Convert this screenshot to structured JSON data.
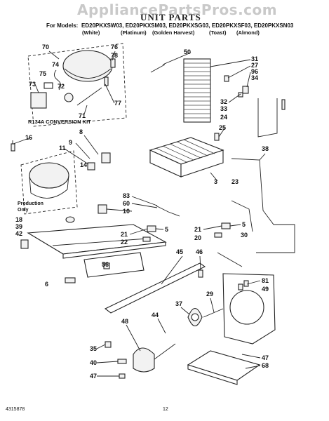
{
  "watermark": "AppliancePartsPros.com",
  "title": "UNIT PARTS",
  "models_label": "For Models:",
  "models": "ED20PKXSW03, ED20PKXSM03, ED20PKXSG03, ED20PKXSF03, ED20PKXSN03",
  "colors": [
    "(White)",
    "(Platinum)",
    "(Golden Harvest)",
    "(Toast)",
    "(Almond)"
  ],
  "kit_label": "R134A CONVERSION KIT",
  "production_note": [
    "Production",
    "Only"
  ],
  "part_numbers": [
    "70",
    "76",
    "74",
    "75",
    "72",
    "73",
    "78",
    "71",
    "77",
    "16",
    "8",
    "9",
    "11",
    "14",
    "18",
    "39",
    "42",
    "50",
    "31",
    "27",
    "96",
    "34",
    "32",
    "33",
    "24",
    "25",
    "38",
    "3",
    "23",
    "83",
    "60",
    "10",
    "21",
    "5",
    "22",
    "21",
    "20",
    "5",
    "30",
    "45",
    "46",
    "56",
    "6",
    "37",
    "29",
    "44",
    "48",
    "81",
    "49",
    "35",
    "40",
    "47",
    "47",
    "68"
  ],
  "footer_code": "4315878",
  "page_number": "12"
}
